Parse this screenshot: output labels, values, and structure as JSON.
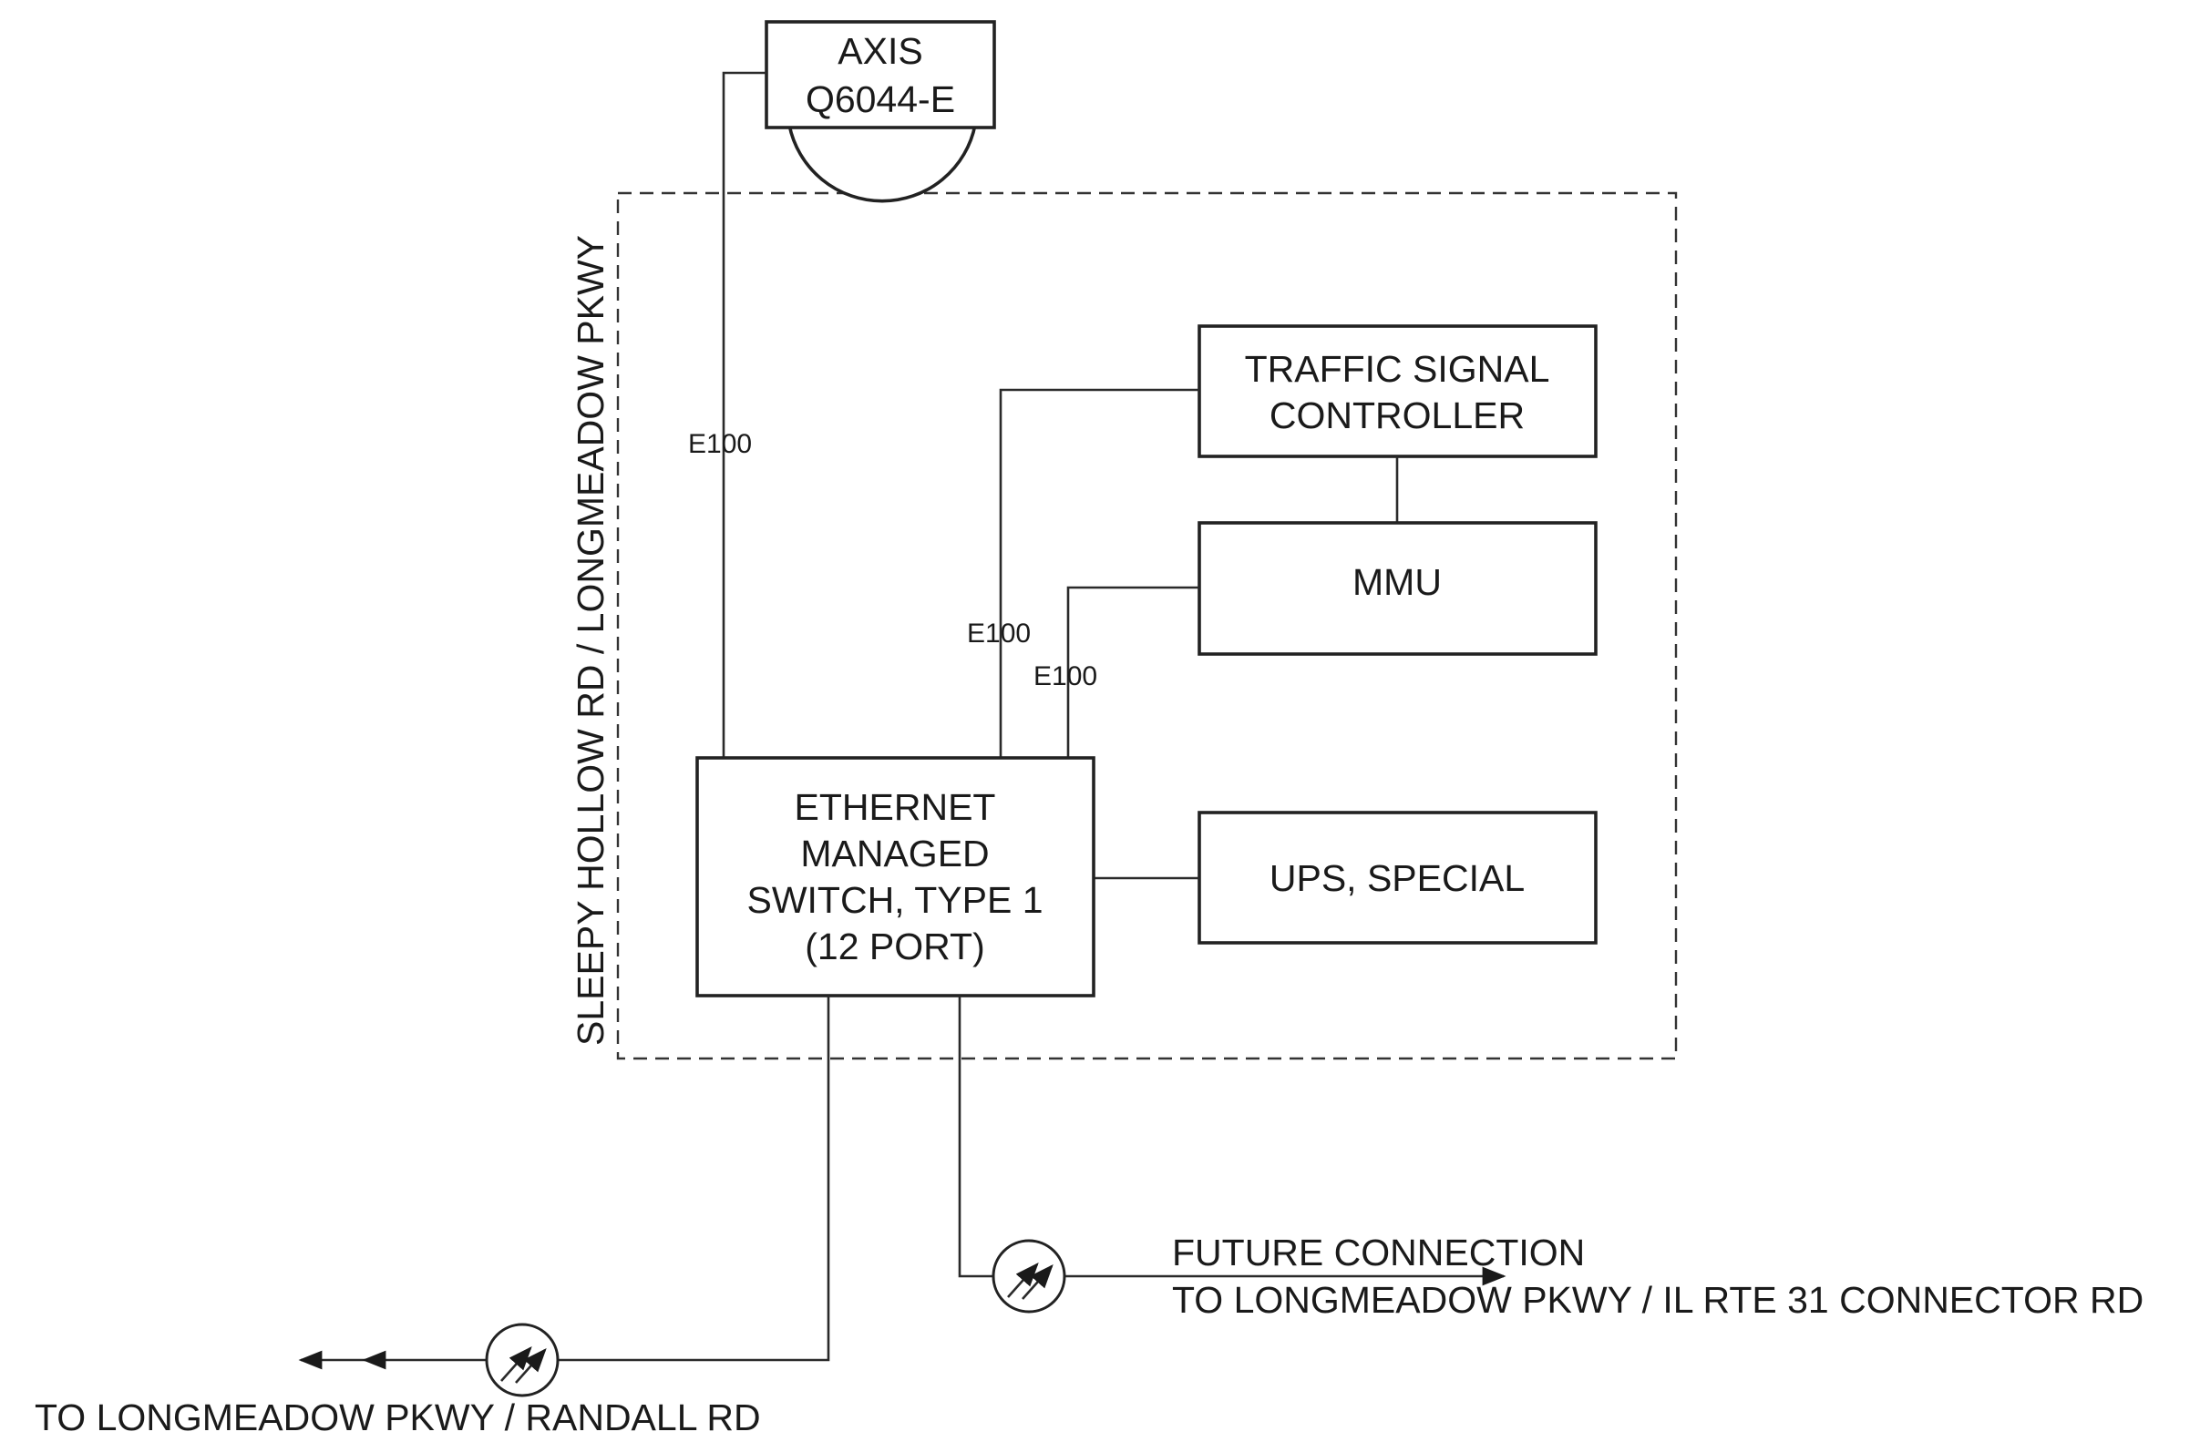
{
  "location_label": "SLEEPY HOLLOW RD / LONGMEADOW PKWY",
  "camera": {
    "line1": "AXIS",
    "line2": "Q6044-E"
  },
  "devices": {
    "tsc": {
      "line1": "TRAFFIC SIGNAL",
      "line2": "CONTROLLER"
    },
    "mmu": {
      "label": "MMU"
    },
    "ups": {
      "label": "UPS, SPECIAL"
    },
    "switch": {
      "line1": "ETHERNET",
      "line2": "MANAGED",
      "line3": "SWITCH, TYPE 1",
      "line4": "(12 PORT)"
    }
  },
  "links": {
    "camera_label": "E100",
    "tsc_label": "E100",
    "mmu_label": "E100"
  },
  "connections": {
    "west": "TO LONGMEADOW PKWY / RANDALL RD",
    "east_line1": "FUTURE CONNECTION",
    "east_line2": "TO LONGMEADOW PKWY / IL RTE 31 CONNECTOR RD"
  }
}
